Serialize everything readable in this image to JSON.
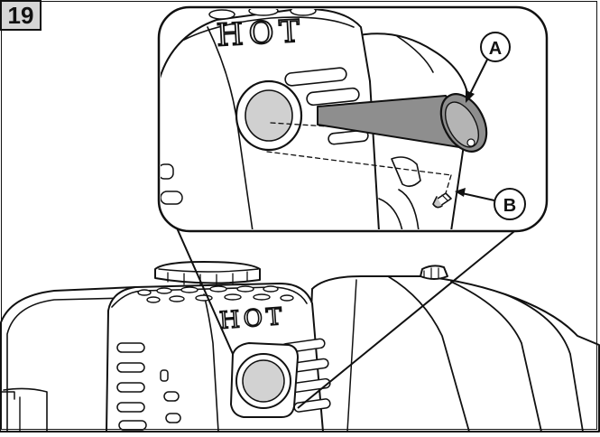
{
  "figure": {
    "step_number": "19",
    "engine_label_main": "HOT",
    "engine_label_zoom": "HOT"
  },
  "callouts": [
    {
      "id": "A",
      "label": "A"
    },
    {
      "id": "B",
      "label": "B"
    }
  ],
  "colors": {
    "line": "#111111",
    "metal_gray": "#8c8c8c",
    "light_gray": "#c8c8c8",
    "badge_bg": "#d6d6d6",
    "background": "#ffffff"
  }
}
